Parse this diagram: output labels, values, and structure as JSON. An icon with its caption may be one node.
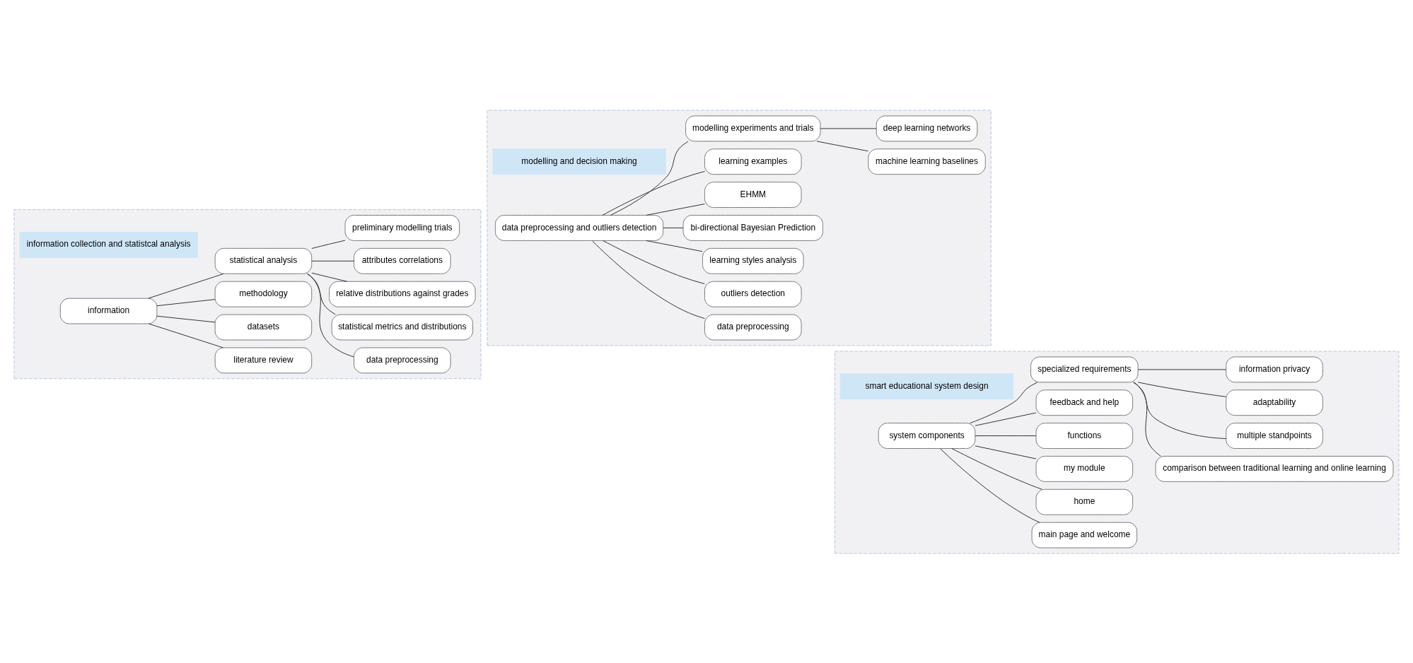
{
  "diagram": {
    "nodes": [
      {
        "text": [],
        "shape": "box"
      },
      {
        "text": [
          "information collection and statistcal analysis"
        ],
        "in": 0
      },
      {
        "text": [
          "information"
        ],
        "in": 0
      },
      {
        "text": [
          "literature review"
        ],
        "in": 0
      },
      {
        "text": [
          "datasets"
        ],
        "in": 0
      },
      {
        "text": [
          "methodology"
        ],
        "in": 0
      },
      {
        "text": [
          "statistical analysis"
        ],
        "in": 0
      },
      {
        "text": [
          "data preprocessing"
        ],
        "in": 0
      },
      {
        "text": [
          "statistical metrics and distributions"
        ],
        "in": 0
      },
      {
        "text": [
          "relative distributions against grades"
        ],
        "in": 0
      },
      {
        "text": [
          "attributes correlations"
        ],
        "in": 0
      },
      {
        "text": [
          "preliminary modelling trials"
        ],
        "in": 0
      },
      {
        "text": [],
        "shape": "box"
      },
      {
        "text": [
          "modelling and decision making"
        ],
        "in": 12
      },
      {
        "text": [
          "data preprocessing and outliers detection"
        ],
        "in": 12
      },
      {
        "text": [
          "data preprocessing"
        ],
        "in": 12
      },
      {
        "text": [
          "outliers detection"
        ],
        "in": 12
      },
      {
        "text": [
          "modelling experiments and trials"
        ],
        "in": 12
      },
      {
        "text": [
          "machine learning baselines"
        ],
        "in": 12
      },
      {
        "text": [
          "deep learning networks"
        ],
        "in": 12
      },
      {
        "text": [
          "bi-directional Bayesian Prediction"
        ],
        "in": 12
      },
      {
        "text": [
          "EHMM"
        ],
        "in": 12
      },
      {
        "text": [
          "learning examples"
        ],
        "in": 12
      },
      {
        "text": [
          "learning styles analysis"
        ],
        "in": 12
      },
      {
        "text": [],
        "shape": "box"
      },
      {
        "text": [
          "smart educational system design"
        ],
        "in": 24
      },
      {
        "text": [
          "system components"
        ],
        "in": 24
      },
      {
        "text": [
          "main page and welcome"
        ],
        "in": 24
      },
      {
        "text": [
          "home"
        ],
        "in": 24
      },
      {
        "text": [
          "my module"
        ],
        "in": 24
      },
      {
        "text": [
          "functions"
        ],
        "in": 24
      },
      {
        "text": [
          "feedback and help"
        ],
        "in": 24
      },
      {
        "text": [
          "specialized requirements"
        ],
        "in": 24
      },
      {
        "text": [
          "comparison between traditional learning and online learning"
        ],
        "in": 24
      },
      {
        "text": [
          "multiple standpoints"
        ],
        "in": 24
      },
      {
        "text": [
          "adaptability"
        ],
        "in": 24
      },
      {
        "text": [
          "information privacy"
        ],
        "in": 24
      }
    ],
    "edges": [
      {
        "from": 2,
        "to": 6,
        "arrow": "none"
      },
      {
        "from": 2,
        "to": 3,
        "arrow": "none"
      },
      {
        "from": 2,
        "to": 4,
        "arrow": "none"
      },
      {
        "from": 2,
        "to": 5,
        "arrow": "none"
      },
      {
        "from": 6,
        "to": 7,
        "arrow": "none"
      },
      {
        "from": 6,
        "to": 8,
        "arrow": "none"
      },
      {
        "from": 6,
        "to": 9,
        "arrow": "none"
      },
      {
        "from": 6,
        "to": 10,
        "arrow": "none"
      },
      {
        "from": 6,
        "to": 11,
        "arrow": "none"
      },
      {
        "from": 14,
        "to": 17,
        "arrow": "none"
      },
      {
        "from": 14,
        "to": 20,
        "arrow": "none"
      },
      {
        "from": 14,
        "to": 21,
        "arrow": "none"
      },
      {
        "from": 14,
        "to": 22,
        "arrow": "none"
      },
      {
        "from": 14,
        "to": 23,
        "arrow": "none"
      },
      {
        "from": 14,
        "to": 15,
        "arrow": "none"
      },
      {
        "from": 14,
        "to": 16,
        "arrow": "none"
      },
      {
        "from": 17,
        "to": 18,
        "arrow": "none"
      },
      {
        "from": 17,
        "to": 19,
        "arrow": "none"
      },
      {
        "from": 26,
        "to": 32,
        "arrow": "none"
      },
      {
        "from": 26,
        "to": 27,
        "arrow": "none"
      },
      {
        "from": 26,
        "to": 28,
        "arrow": "none"
      },
      {
        "from": 26,
        "to": 29,
        "arrow": "none"
      },
      {
        "from": 26,
        "to": 30,
        "arrow": "none"
      },
      {
        "from": 26,
        "to": 31,
        "arrow": "none"
      },
      {
        "from": 32,
        "to": 33,
        "arrow": "none"
      },
      {
        "from": 32,
        "to": 34,
        "arrow": "none"
      },
      {
        "from": 32,
        "to": 35,
        "arrow": "none"
      },
      {
        "from": 32,
        "to": 36,
        "arrow": "none"
      }
    ]
  }
}
